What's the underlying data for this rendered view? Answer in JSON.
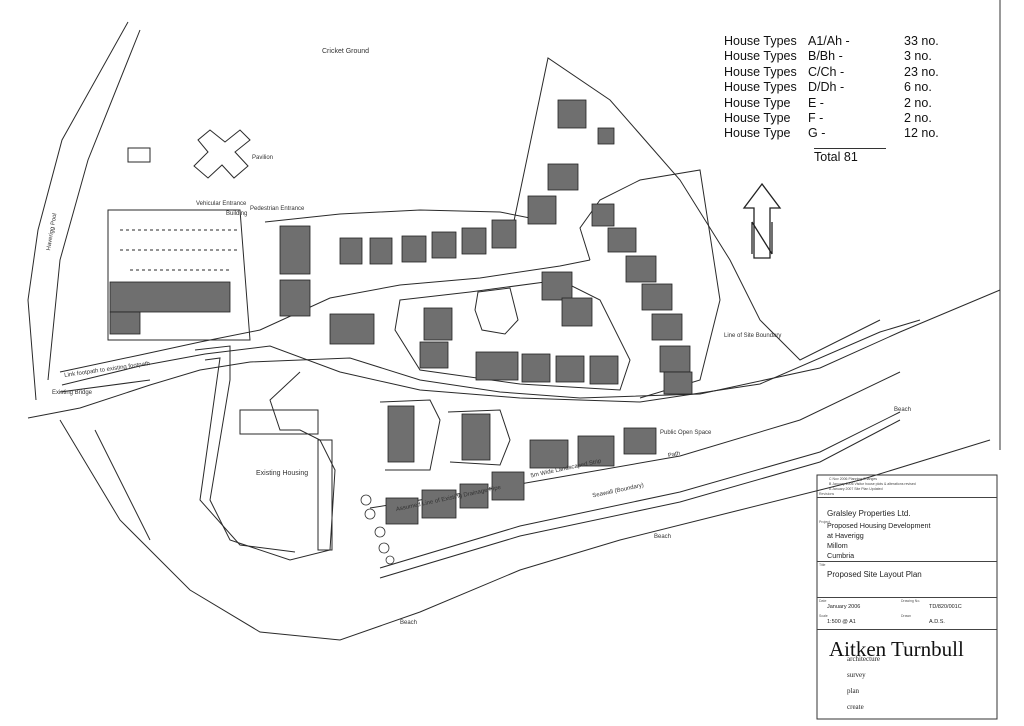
{
  "schedule": {
    "rows": [
      {
        "type": "House Types",
        "code": "A1/Ah -",
        "count": "33 no."
      },
      {
        "type": "House Types",
        "code": "B/Bh -",
        "count": "3 no."
      },
      {
        "type": "House Types",
        "code": "C/Ch -",
        "count": "23 no."
      },
      {
        "type": "House Types",
        "code": "D/Dh -",
        "count": "6 no."
      },
      {
        "type": "House Type",
        "code": "E -",
        "count": "2 no."
      },
      {
        "type": "House Type",
        "code": "F -",
        "count": "2 no."
      },
      {
        "type": "House Type",
        "code": "G -",
        "count": "12 no."
      }
    ],
    "total": "Total 81"
  },
  "labels": {
    "cricket_ground": "Cricket Ground",
    "pavilion": "Pavilion",
    "vehicular_entrance": "Vehicular Entrance",
    "building": "Building",
    "pedestrian_entrance": "Pedestrian Entrance",
    "haverigg_pool": "Haverigg Pool",
    "existing_bridge": "Existing Bridge",
    "existing_housing": "Existing Housing",
    "line_of_site_boundary": "Line of Site Boundary",
    "public_open_space": "Public Open Space",
    "beach_1": "Beach",
    "beach_2": "Beach",
    "beach_3": "Beach",
    "sea_wall": "Seawall (Boundary)",
    "landscaped_strip": "5m Wide Landscaped Strip",
    "footpath": "Path",
    "drainage_pipe": "Assumed Line of Existing Drainage Pipe",
    "link_footpath": "Link footpath to existing footpath",
    "north": "N"
  },
  "title_block": {
    "revisions": [
      "C  Nov 2006    Planning Changes",
      "B  January 2006    Visitor house plots & alterations revised",
      "A  January 2007    Site Plan Updated"
    ],
    "revisions_label": "Revisions",
    "client": "Gralsley Properties Ltd.",
    "project_label": "Project",
    "project": [
      "Proposed Housing Development",
      "at Haverigg",
      "Millom",
      "Cumbria"
    ],
    "title_label": "Title",
    "title": "Proposed Site Layout Plan",
    "date_label": "Date",
    "date": "January 2006",
    "drawing_no_label": "Drawing No.",
    "drawing_no": "TD/820/001C",
    "scale_label": "Scale",
    "scale": "1:500 @ A1",
    "drawn_label": "Drawn",
    "drawn": "A.D.S.",
    "brand": "Aitken Turnbull",
    "services": [
      "architecture",
      "survey",
      "plan",
      "create"
    ]
  },
  "colors": {
    "ink": "#2a2a2a",
    "house": "#6f6f6f",
    "paper": "#ffffff"
  }
}
